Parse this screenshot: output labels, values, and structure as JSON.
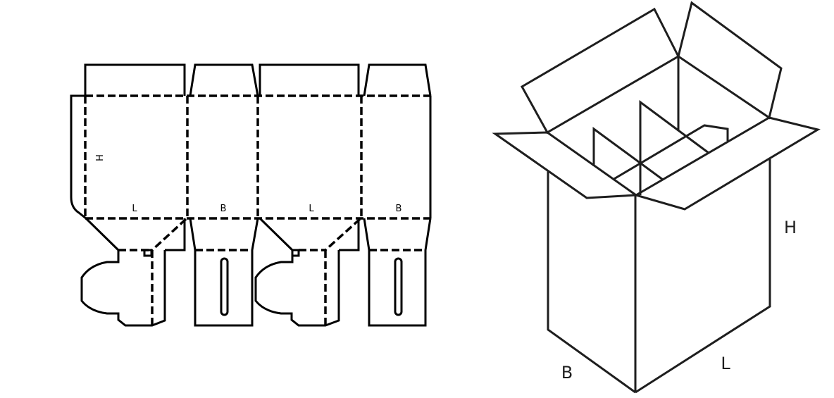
{
  "dieline": {
    "labels": {
      "height": "H",
      "panel1_length": "L",
      "panel2_width": "B",
      "panel3_length": "L",
      "panel4_width": "B"
    }
  },
  "box_3d": {
    "labels": {
      "height": "H",
      "width": "B",
      "length": "L"
    }
  },
  "colors": {
    "line": "#000000",
    "box_line": "#1e1e1e",
    "background": "#ffffff"
  }
}
